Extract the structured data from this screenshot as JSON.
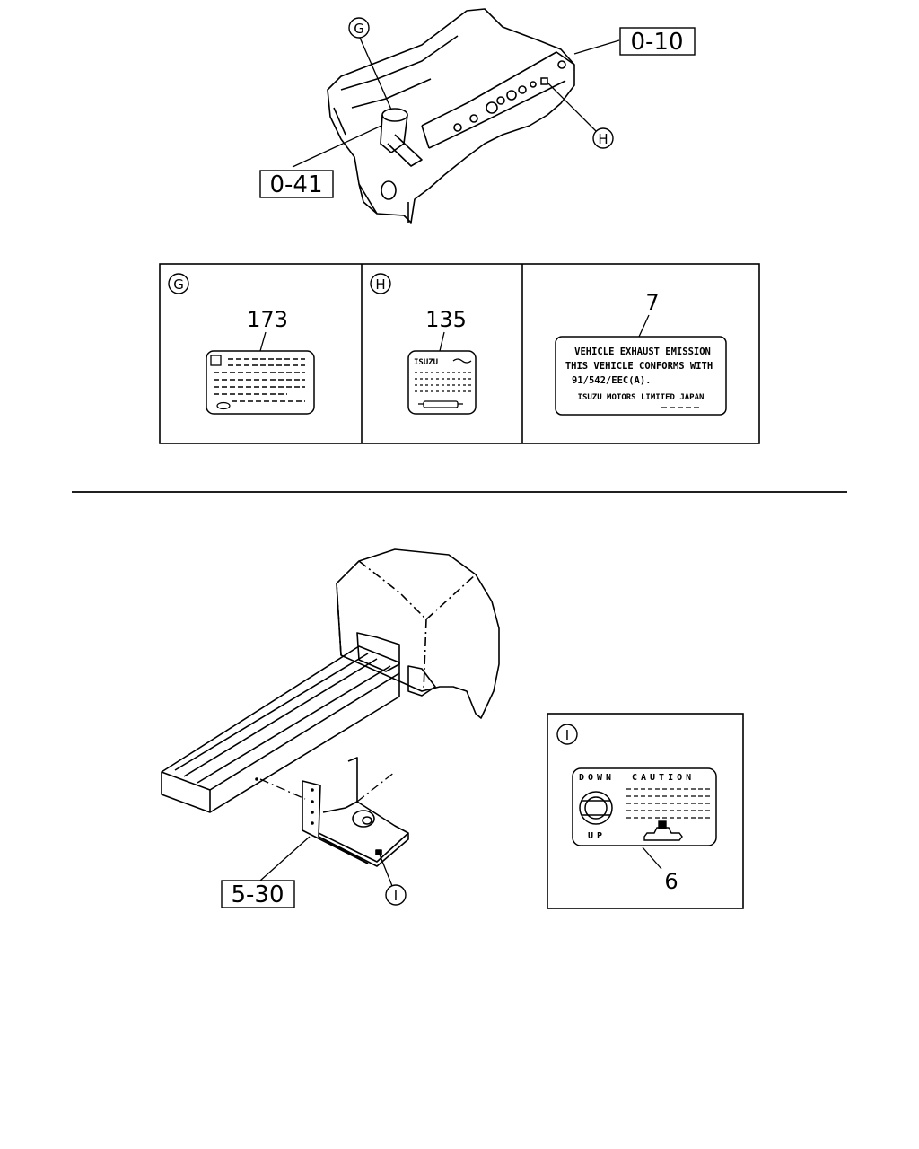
{
  "callouts": {
    "top_right_ref": "0-10",
    "top_left_ref": "0-41",
    "bottom_ref": "5-30",
    "g": "G",
    "h": "H",
    "i": "I"
  },
  "panels": {
    "g": {
      "marker": "G",
      "part_no": "173"
    },
    "h": {
      "marker": "H",
      "part_no": "135",
      "brand": "ISUZU"
    },
    "emission": {
      "part_no": "7",
      "line1": "VEHICLE EXHAUST EMISSION",
      "line2": "THIS VEHICLE CONFORMS WITH",
      "line3": "91/542/EEC(A).",
      "line4": "ISUZU MOTORS LIMITED JAPAN"
    },
    "i": {
      "marker": "I",
      "part_no": "6",
      "down": "DOWN",
      "caution": "CAUTION",
      "up": "UP"
    }
  }
}
